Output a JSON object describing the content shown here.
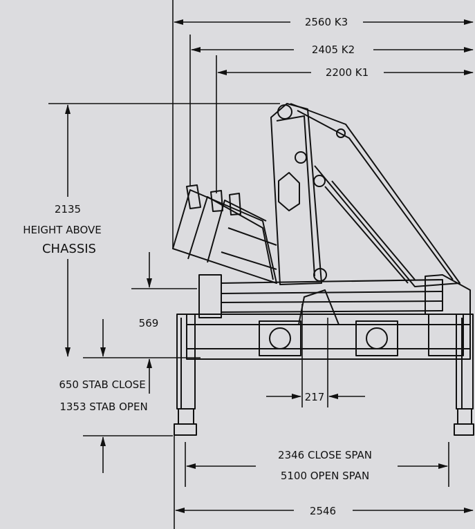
{
  "colors": {
    "background": "#dcdcdf",
    "ink": "#111111"
  },
  "dimensions": {
    "width_k3": "2560  K3",
    "width_k2": "2405  K2",
    "width_k1": "2200  K1",
    "height_value": "2135",
    "height_line1": "HEIGHT  ABOVE",
    "height_line2": "CHASSIS",
    "dim_569": "569",
    "stab_close": "650  STAB  CLOSE",
    "stab_open": "1353  STAB  OPEN",
    "dim_217": "217",
    "close_span": "2346  CLOSE  SPAN",
    "open_span": "5100  OPEN  SPAN",
    "overall_width": "2546"
  }
}
